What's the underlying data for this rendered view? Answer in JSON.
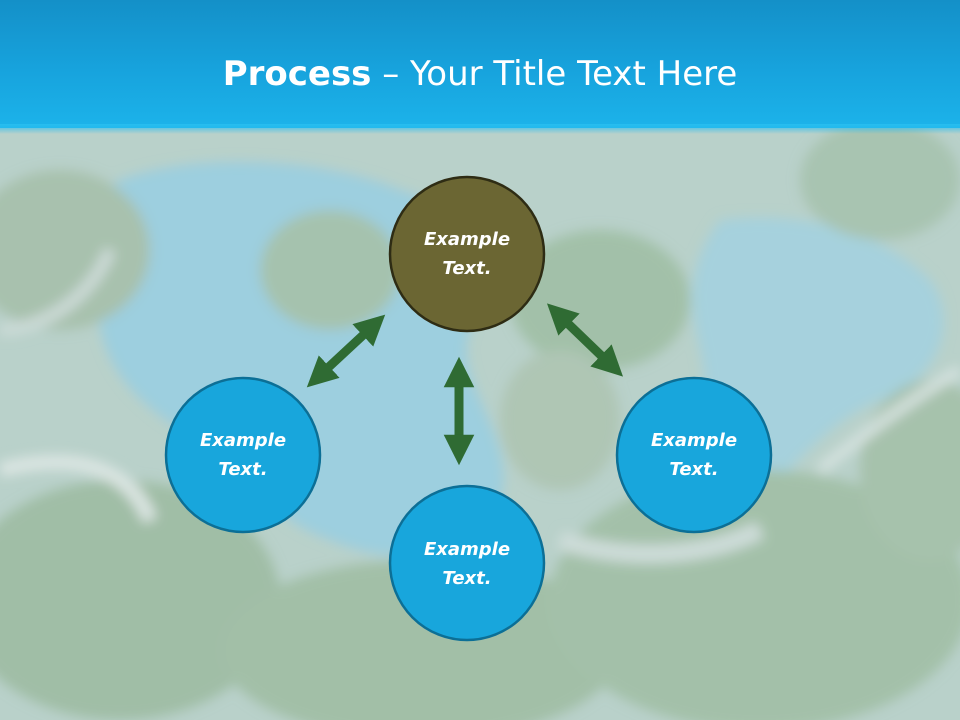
{
  "slide": {
    "title_bold": "Process",
    "title_rest": " – Your Title Text Here"
  },
  "nodes": [
    {
      "id": "center",
      "line1": "Example",
      "line2": "Text.",
      "fill": "#6b6633",
      "stroke": "#2e2c14"
    },
    {
      "id": "left",
      "line1": "Example",
      "line2": "Text.",
      "fill": "#18a6dc",
      "stroke": "#0c6f96"
    },
    {
      "id": "bottom",
      "line1": "Example",
      "line2": "Text.",
      "fill": "#18a6dc",
      "stroke": "#0c6f96"
    },
    {
      "id": "right",
      "line1": "Example",
      "line2": "Text.",
      "fill": "#18a6dc",
      "stroke": "#0c6f96"
    }
  ],
  "colors": {
    "header": "#17a3dd",
    "arrow": "#2f6b33"
  }
}
